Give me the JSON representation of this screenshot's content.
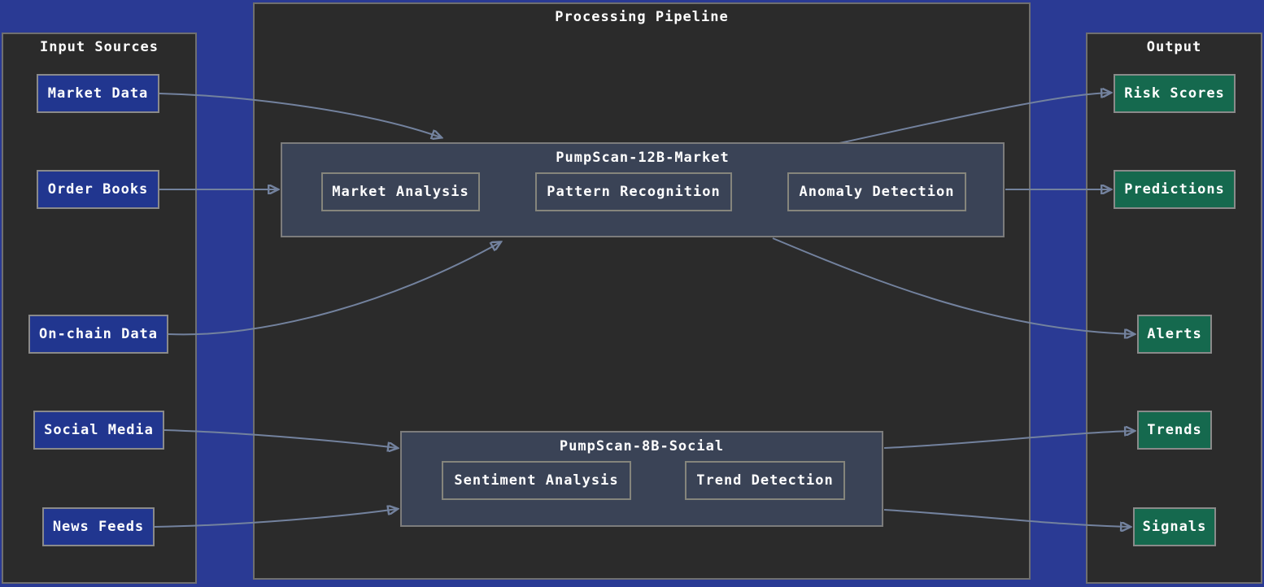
{
  "colors": {
    "background": "#2a3a94",
    "panel_background": "#2b2b2b",
    "panel_border": "#6f6f6f",
    "input_node_fill": "#21368f",
    "model_fill": "#3a4356",
    "output_node_fill": "#15694e",
    "node_border": "#8a8a8a",
    "edge": "#73829e",
    "text": "#ffffff"
  },
  "panels": {
    "inputs": {
      "title": "Input Sources"
    },
    "pipeline": {
      "title": "Processing Pipeline"
    },
    "outputs": {
      "title": "Output"
    }
  },
  "input_nodes": [
    {
      "id": "market-data",
      "label": "Market Data"
    },
    {
      "id": "order-books",
      "label": "Order Books"
    },
    {
      "id": "onchain-data",
      "label": "On-chain Data"
    },
    {
      "id": "social-media",
      "label": "Social Media"
    },
    {
      "id": "news-feeds",
      "label": "News Feeds"
    }
  ],
  "models": [
    {
      "id": "pumpscan-12b-market",
      "title": "PumpScan-12B-Market",
      "components": [
        {
          "id": "market-analysis",
          "label": "Market Analysis"
        },
        {
          "id": "pattern-recognition",
          "label": "Pattern Recognition"
        },
        {
          "id": "anomaly-detection",
          "label": "Anomaly Detection"
        }
      ]
    },
    {
      "id": "pumpscan-8b-social",
      "title": "PumpScan-8B-Social",
      "components": [
        {
          "id": "sentiment-analysis",
          "label": "Sentiment Analysis"
        },
        {
          "id": "trend-detection",
          "label": "Trend Detection"
        }
      ]
    }
  ],
  "output_nodes": [
    {
      "id": "risk-scores",
      "label": "Risk Scores"
    },
    {
      "id": "predictions",
      "label": "Predictions"
    },
    {
      "id": "alerts",
      "label": "Alerts"
    },
    {
      "id": "trends",
      "label": "Trends"
    },
    {
      "id": "signals",
      "label": "Signals"
    }
  ],
  "edges": [
    {
      "from": "market-data",
      "to": "pumpscan-12b-market"
    },
    {
      "from": "order-books",
      "to": "pumpscan-12b-market"
    },
    {
      "from": "onchain-data",
      "to": "pumpscan-12b-market"
    },
    {
      "from": "social-media",
      "to": "pumpscan-8b-social"
    },
    {
      "from": "news-feeds",
      "to": "pumpscan-8b-social"
    },
    {
      "from": "pumpscan-12b-market",
      "to": "risk-scores"
    },
    {
      "from": "pumpscan-12b-market",
      "to": "predictions"
    },
    {
      "from": "pumpscan-12b-market",
      "to": "alerts"
    },
    {
      "from": "pumpscan-8b-social",
      "to": "trends"
    },
    {
      "from": "pumpscan-8b-social",
      "to": "signals"
    }
  ]
}
